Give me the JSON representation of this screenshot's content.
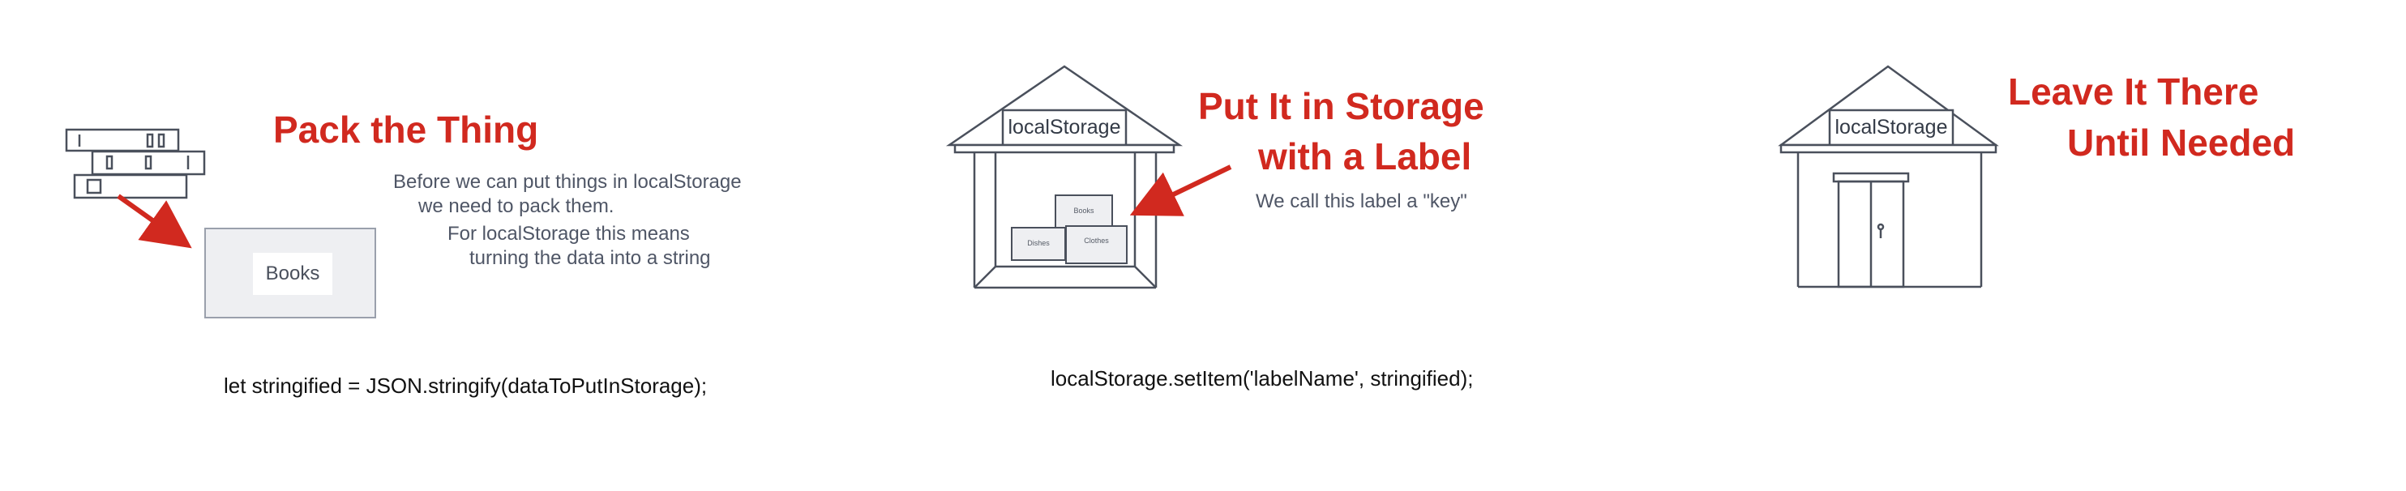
{
  "panels": {
    "pack": {
      "heading": "Pack the Thing",
      "description_lines": [
        "Before we can put things in localStorage",
        "we need to pack them.",
        "For localStorage this means",
        "turning the data into a string"
      ],
      "box_label": "Books",
      "code": "let stringified = JSON.stringify(dataToPutInStorage);"
    },
    "store": {
      "heading_lines": [
        "Put It in Storage",
        "with a Label"
      ],
      "description": "We call this label a \"key\"",
      "house_label": "localStorage",
      "boxes": [
        "Books",
        "Dishes",
        "Clothes"
      ],
      "code": "localStorage.setItem('labelName', stringified);"
    },
    "leave": {
      "heading_lines": [
        "Leave It There",
        "Until Needed"
      ],
      "house_label": "localStorage"
    }
  },
  "colors": {
    "accent": "#d1291f",
    "line": "#4a505c",
    "box_fill": "#eeeff2",
    "text": "#4f5666"
  }
}
